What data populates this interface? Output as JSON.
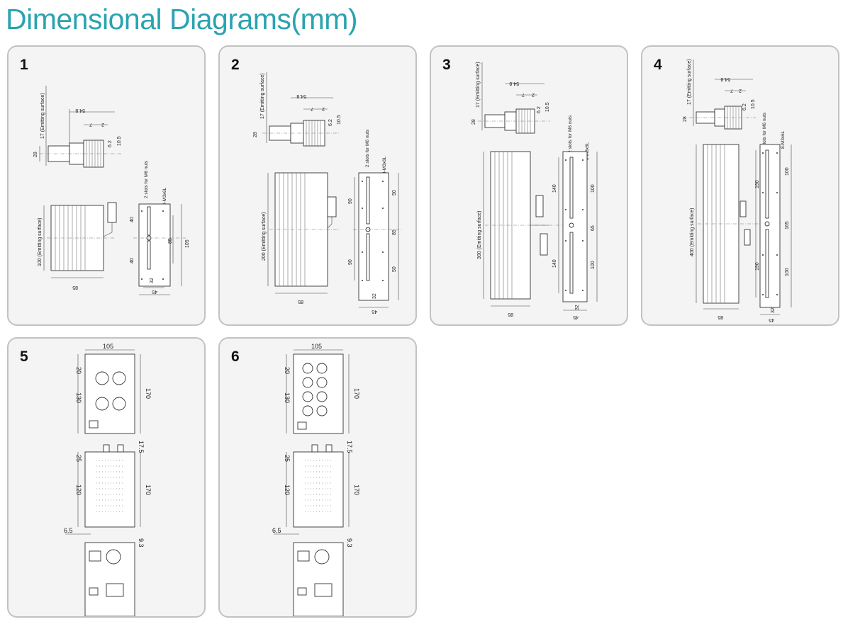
{
  "page": {
    "title": "Dimensional Diagrams(mm)"
  },
  "colors": {
    "title": "#2aa3b0",
    "panel_border": "#c2c2c2",
    "panel_bg": "#f4f4f4",
    "ink": "#333333"
  },
  "panels": [
    {
      "number": "1",
      "emitting_depth": "17 (Emitting surface)",
      "emitting_height": "100 (Emitting surface)",
      "slots_note": "2 slots for M6 nuts",
      "screw_note": "4-M3x6L",
      "dims": {
        "d548": "54.8",
        "d7": "7",
        "d2": "2",
        "d62": "6.2",
        "d105s": "10.5",
        "d28": "28",
        "width": "85",
        "base": "45",
        "pitch": "32",
        "span": "40",
        "span2": "40",
        "mid": "85",
        "total": "105"
      }
    },
    {
      "number": "2",
      "emitting_depth": "17 (Emitting surface)",
      "emitting_height": "200 (Emitting surface)",
      "slots_note": "2 slots for M6 nuts",
      "screw_note": "8-M3x6L",
      "dims": {
        "d548": "54.8",
        "d7": "7",
        "d2": "2",
        "d62": "6.2",
        "d105s": "10.5",
        "d28": "28",
        "width": "85",
        "base": "45",
        "pitch": "32",
        "span": "90",
        "span2": "90",
        "mid": "85",
        "total": "50",
        "total2": "50"
      }
    },
    {
      "number": "3",
      "emitting_depth": "17 (Emitting surface)",
      "emitting_height": "300 (Emitting surface)",
      "slots_note": "2 slots for M6 nuts",
      "screw_note": "8-M3x6L",
      "dims": {
        "d548": "54.8",
        "d7": "7",
        "d2": "2",
        "d62": "6.2",
        "d105s": "10.5",
        "d28": "28",
        "width": "85",
        "base": "45",
        "pitch": "32",
        "span": "140",
        "span2": "140",
        "mid": "65",
        "total": "100",
        "total2": "100"
      }
    },
    {
      "number": "4",
      "emitting_depth": "17 (Emitting surface)",
      "emitting_height": "400 (Emitting surface)",
      "slots_note": "2 slots for M6 nuts",
      "screw_note": "8-M3x6L",
      "dims": {
        "d548": "54.8",
        "d7": "7",
        "d2": "2",
        "d62": "6.2",
        "d105s": "10.5",
        "d28": "28",
        "width": "85",
        "base": "45",
        "pitch": "32",
        "span": "190",
        "span2": "190",
        "mid": "165",
        "total": "100",
        "total2": "100"
      }
    },
    {
      "number": "5",
      "dims": {
        "w": "105",
        "top": "20",
        "mid": "130",
        "h": "170",
        "front_top": "25",
        "front_mid": "120",
        "front_h": "170",
        "cap": "17.5",
        "foot": "6.5",
        "bottom": "9.3"
      }
    },
    {
      "number": "6",
      "dims": {
        "w": "105",
        "top": "20",
        "mid": "130",
        "h": "170",
        "front_top": "25",
        "front_mid": "120",
        "front_h": "170",
        "cap": "17.5",
        "foot": "6.5",
        "bottom": "9.3"
      }
    }
  ]
}
